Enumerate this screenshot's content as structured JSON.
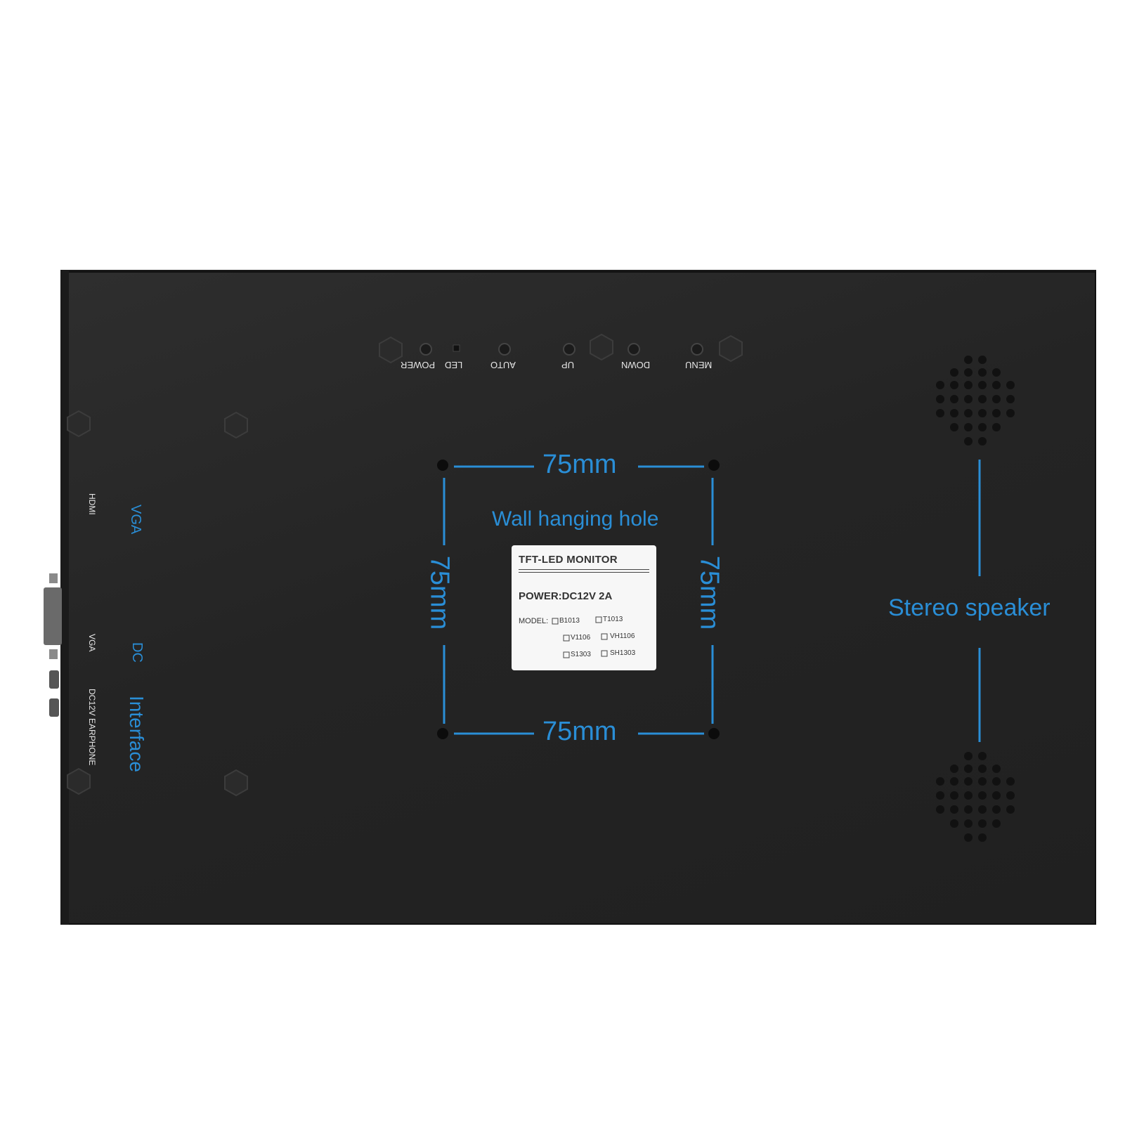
{
  "buttons": {
    "power": "POWER",
    "led": "LED",
    "auto": "AUTO",
    "up": "UP",
    "down": "DOWN",
    "menu": "MENU"
  },
  "ports": {
    "hdmi": "HDMI",
    "vga": "VGA",
    "dc_earphone": "DC12V EARPHONE"
  },
  "annotations": {
    "vga": "VGA",
    "dc": "DC",
    "interface": "Interface",
    "wall_hole": "Wall hanging hole",
    "dim_top": "75mm",
    "dim_bottom": "75mm",
    "dim_left": "75mm",
    "dim_right": "75mm",
    "speaker": "Stereo speaker"
  },
  "label": {
    "title": "TFT-LED MONITOR",
    "power": "POWER:DC12V   2A",
    "model_prefix": "MODEL:",
    "models": [
      "B1013",
      "T1013",
      "V1106",
      "VH1106",
      "S1303",
      "SH1303"
    ]
  },
  "colors": {
    "accent": "#2a8ed6",
    "panel": "#262626",
    "label": "#f7f7f7"
  }
}
